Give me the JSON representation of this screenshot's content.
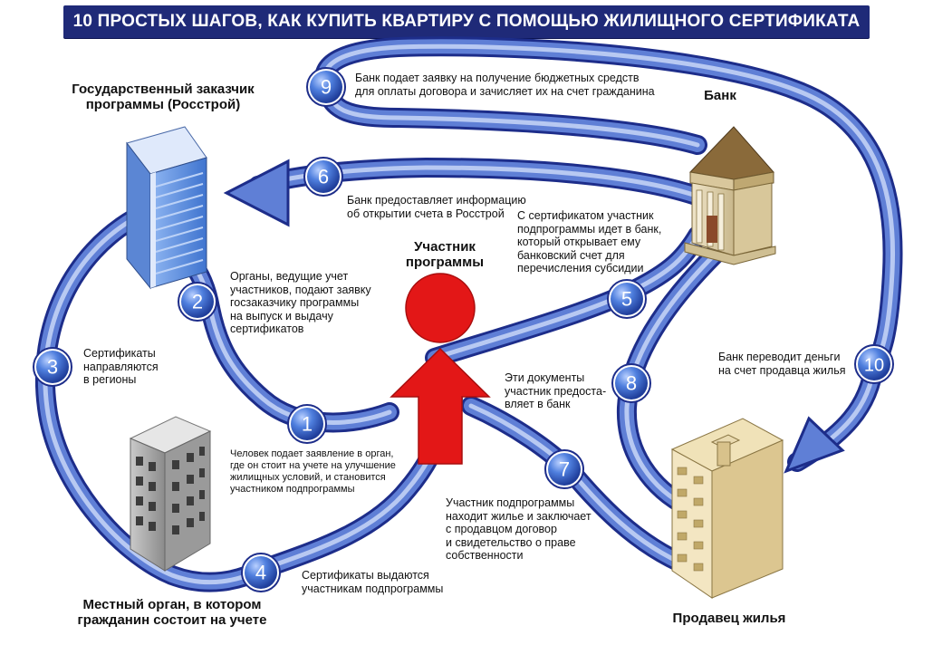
{
  "title": "10 ПРОСТЫХ ШАГОВ, КАК КУПИТЬ КВАРТИРУ С ПОМОЩЬЮ ЖИЛИЩНОГО СЕРТИФИКАТА",
  "actors": {
    "state_customer": "Государственный заказчик\nпрограммы (Росстрой)",
    "bank": "Банк",
    "participant": "Участник\nпрограммы",
    "local_authority": "Местный орган, в котором\nгражданин состоит на учете",
    "seller": "Продавец жилья"
  },
  "steps": [
    {
      "number": "1",
      "text": "Человек подает заявление в орган,\nгде он стоит на учете на улучшение\nжилищных условий, и становится\nучастником подпрограммы"
    },
    {
      "number": "2",
      "text": "Органы, ведущие учет\nучастников, подают заявку\nгосзаказчику программы\nна выпуск и выдачу\nсертификатов"
    },
    {
      "number": "3",
      "text": "Сертификаты\nнаправляются\nв регионы"
    },
    {
      "number": "4",
      "text": "Сертификаты выдаются\nучастникам подпрограммы"
    },
    {
      "number": "5",
      "text": "С сертификатом участник\nподпрограммы идет в банк,\nкоторый открывает ему\nбанковский счет для\nперечисления субсидии"
    },
    {
      "number": "6",
      "text": "Банк предоставляет информацию\nоб открытии счета в Росстрой"
    },
    {
      "number": "7",
      "text": "Участник подпрограммы\nнаходит жилье и заключает\nс продавцом договор\nи свидетельство о праве\nсобственности"
    },
    {
      "number": "8",
      "text": "Эти документы\nучастник предоста-\nвляет в банк"
    },
    {
      "number": "9",
      "text": "Банк подает заявку на получение бюджетных средств\nдля оплаты договора и зачисляет их на счет гражданина"
    },
    {
      "number": "10",
      "text": "Банк переводит деньги\nна счет продавца жилья"
    }
  ],
  "colors": {
    "title_bg": "#1f2a78",
    "path": "#5f7fd6",
    "path_dark": "#1d2d8a",
    "badge": "#3567c9",
    "person": "#e31717"
  },
  "icons": {
    "state_customer": "office-tower-icon",
    "bank": "bank-building-icon",
    "participant": "person-icon",
    "local_authority": "office-building-icon",
    "seller": "residential-building-icon"
  }
}
